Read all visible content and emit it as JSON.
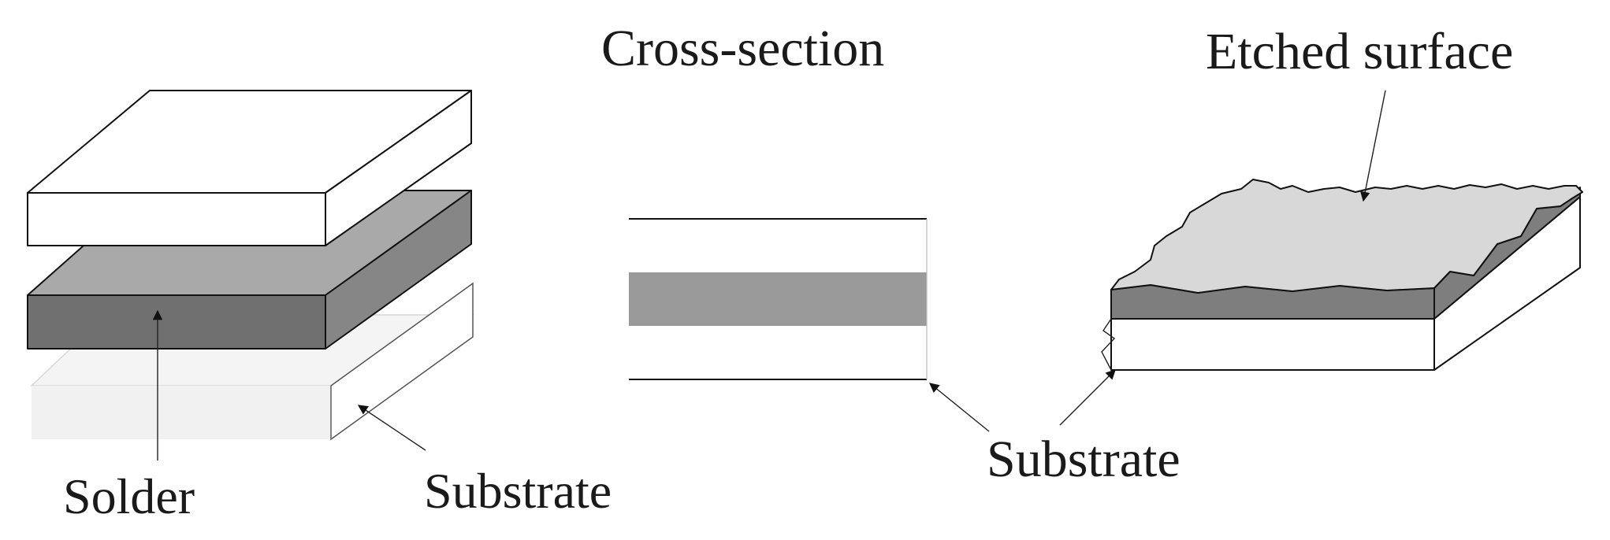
{
  "labels": {
    "cross_section": "Cross-section",
    "etched_surface": "Etched surface",
    "solder": "Solder",
    "substrate_left": "Substrate",
    "substrate_right": "Substrate"
  },
  "colors": {
    "background": "#ffffff",
    "solder_front": "#707070",
    "solder_top": "#a9a9a9",
    "solder_side": "#8a8a8a",
    "solder_band": "#9a9a9a",
    "etched_top": "#d8d8d8",
    "etched_layer": "#7e7e7e",
    "substrate_ghost": "#f2f2f2",
    "line": "#111111"
  },
  "icons": {
    "arrowhead": "arrow-head-icon"
  }
}
